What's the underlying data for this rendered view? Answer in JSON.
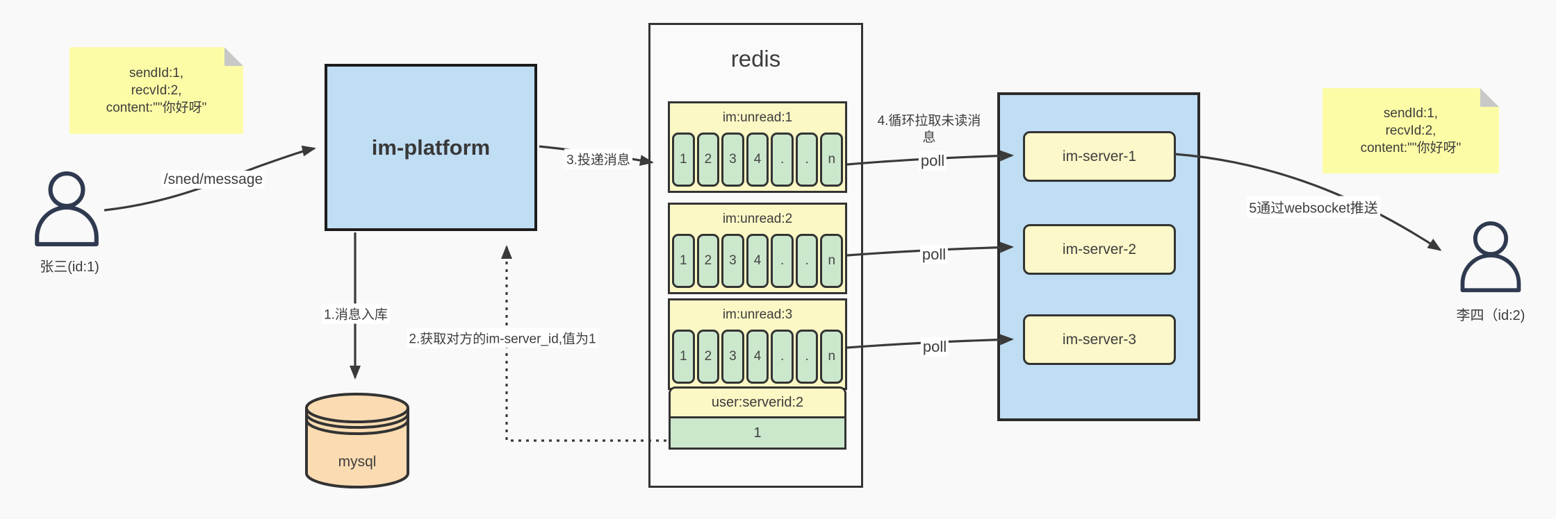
{
  "colors": {
    "background": "#f9f9f9",
    "sticky_note": "#fcfca6",
    "sticky_fold": "#c8c8c8",
    "platform_blue": "#bfddf3",
    "queue_yellow": "#fcf8c5",
    "cell_green": "#cbe7cc",
    "mysql_orange": "#fbdcb2",
    "arrow": "#3a3a3a",
    "border": "#333333"
  },
  "sticky_left": {
    "line1": "sendId:1,",
    "line2": "recvId:2,",
    "line3": "content:\"\"你好呀\""
  },
  "sticky_right": {
    "line1": "sendId:1,",
    "line2": "recvId:2,",
    "line3": "content:\"\"你好呀\""
  },
  "sender": {
    "label": "张三(id:1)"
  },
  "receiver": {
    "label": "李四（id:2)"
  },
  "platform": {
    "label": "im-platform"
  },
  "database": {
    "label": "mysql"
  },
  "redis": {
    "title": "redis",
    "queues": [
      {
        "name": "im:unread:1",
        "cells": [
          "1",
          "2",
          "3",
          "4",
          ".",
          ".",
          "n"
        ]
      },
      {
        "name": "im:unread:2",
        "cells": [
          "1",
          "2",
          "3",
          "4",
          ".",
          ".",
          "n"
        ]
      },
      {
        "name": "im:unread:3",
        "cells": [
          "1",
          "2",
          "3",
          "4",
          ".",
          ".",
          "n"
        ]
      }
    ],
    "kv": {
      "key": "user:serverid:2",
      "value": "1"
    }
  },
  "cluster": {
    "servers": [
      {
        "label": "im-server-1"
      },
      {
        "label": "im-server-2"
      },
      {
        "label": "im-server-3"
      }
    ]
  },
  "labels": {
    "send_path": "/sned/message",
    "step1": "1.消息入库",
    "step2": "2.获取对方的im-server_id,值为1",
    "step3": "3.投递消息",
    "step4": "4.循环拉取未读消息",
    "step5": "5通过websocket推送",
    "poll": "poll"
  }
}
